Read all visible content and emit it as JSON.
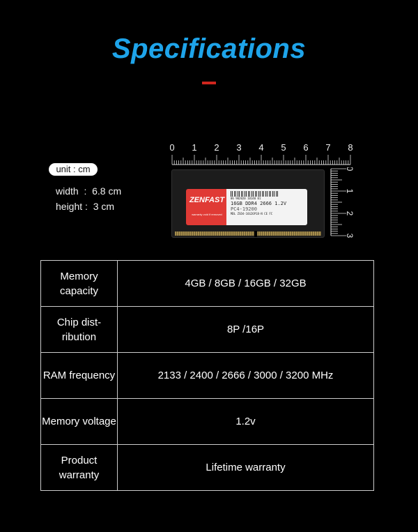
{
  "title": "Specifications",
  "colors": {
    "title": "#1ea4ea",
    "accent": "#d0261e"
  },
  "dimensions": {
    "unit": "unit : cm",
    "width": "width  :  6.8 cm",
    "height": "height :  3 cm"
  },
  "ruler": {
    "horizontal_labels": [
      "0",
      "1",
      "2",
      "3",
      "4",
      "5",
      "6",
      "7",
      "8"
    ],
    "vertical_labels": [
      "0",
      "1",
      "2",
      "3"
    ]
  },
  "module": {
    "brand": "ZENFAST",
    "warranty_sticker": "warranty void if removed",
    "serial": "06 902020 10140 01",
    "spec": "16GB DDR4 2666 1.2V",
    "speed": "PC4-19200",
    "model": "MDL ZSD4-16G26P18-N CE FC"
  },
  "specs": [
    {
      "label": "Memory capacity",
      "value": "4GB / 8GB / 16GB / 32GB"
    },
    {
      "label": "Chip dist- ribution",
      "value": "8P /16P"
    },
    {
      "label": "RAM frequency",
      "value": "2133 / 2400 / 2666 / 3000 / 3200 MHz"
    },
    {
      "label": "Memory voltage",
      "value": "1.2v"
    },
    {
      "label": "Product warranty",
      "value": "Lifetime warranty"
    }
  ]
}
